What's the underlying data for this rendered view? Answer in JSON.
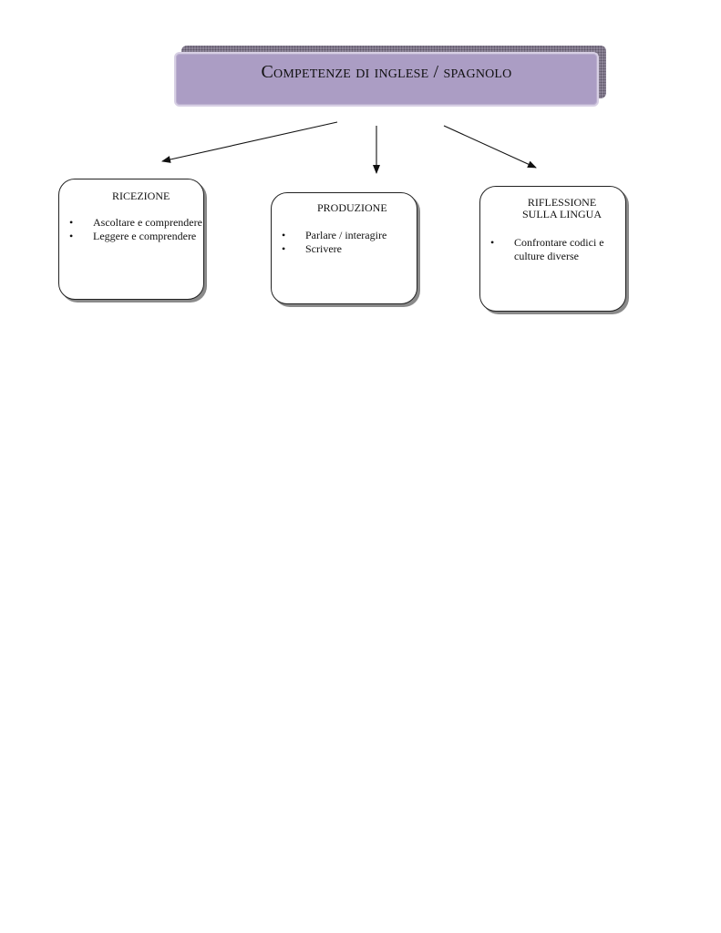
{
  "header": {
    "title": "Competenze di inglese / spagnolo"
  },
  "boxes": [
    {
      "title": "RICEZIONE",
      "items": [
        "Ascoltare e comprendere",
        "Leggere e comprendere"
      ]
    },
    {
      "title": "PRODUZIONE",
      "items": [
        "Parlare / interagire",
        "Scrivere"
      ]
    },
    {
      "title": "RIFLESSIONE\nSULLA LINGUA",
      "items": [
        "Confrontare codici e culture diverse"
      ]
    }
  ],
  "colors": {
    "banner_fill": "#ab9dc4",
    "banner_shadow": "#8d8598",
    "box_border": "#222222",
    "box_shadow": "#8a8a8a"
  }
}
